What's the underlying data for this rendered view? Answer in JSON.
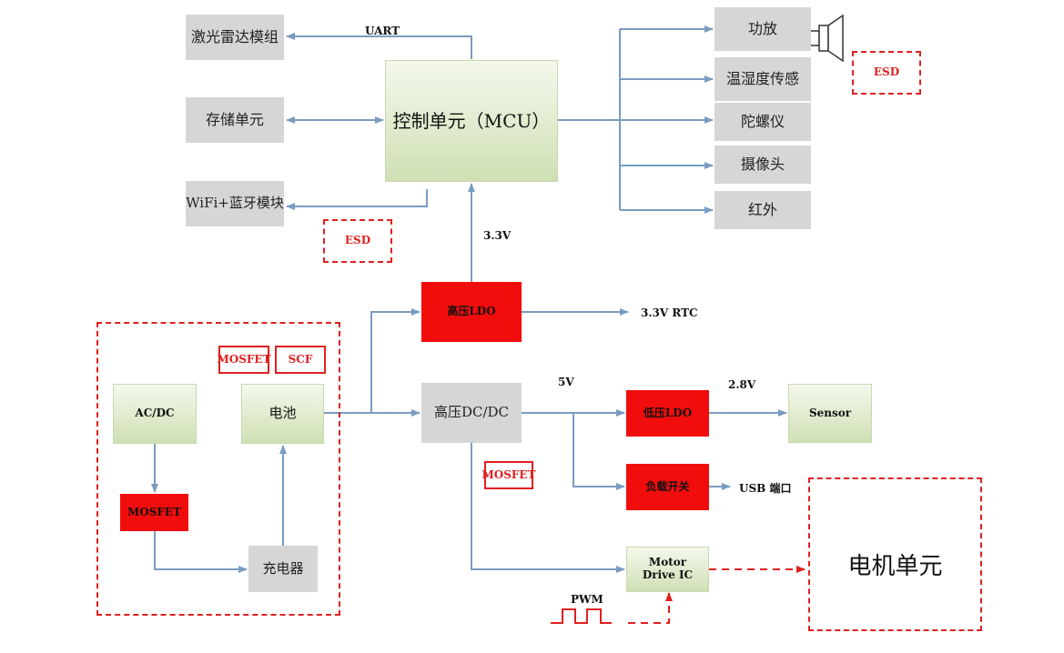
{
  "top_left": {
    "lidar": "激光雷达模组",
    "storage": "存储单元",
    "wifi": "WiFi+蓝牙模块",
    "uart_label": "UART"
  },
  "mcu": {
    "label": "控制单元（MCU）"
  },
  "peripherals": {
    "amp": "功放",
    "temp": "温湿度传感",
    "gyro": "陀螺仪",
    "camera": "摄像头",
    "ir": "红外"
  },
  "esd_tags": {
    "right": "ESD",
    "left": "ESD"
  },
  "power": {
    "v33": "3.3V",
    "hv_ldo": "高压LDO",
    "rtc": "3.3V RTC",
    "hv_dcdc": "高压DC/DC",
    "v5": "5V",
    "lv_ldo": "低压LDO",
    "v28": "2.8V",
    "sensor": "Sensor",
    "load_switch": "负载开关",
    "usb": "USB 端口",
    "mosfet_tag": "MOSFET"
  },
  "battery_group": {
    "tag_mosfet": "MOSFET",
    "tag_scf": "SCF",
    "acdc": "AC/DC",
    "battery": "电池",
    "mosfet": "MOSFET",
    "charger": "充电器"
  },
  "motor": {
    "driver": "Motor Drive IC",
    "pwm": "PWM",
    "unit": "电机单元"
  },
  "colors": {
    "arrow": "#7a9cc0",
    "red_fill": "#f20d0d",
    "dash_red": "#e02020",
    "gray_fill": "#d6d6d6"
  }
}
